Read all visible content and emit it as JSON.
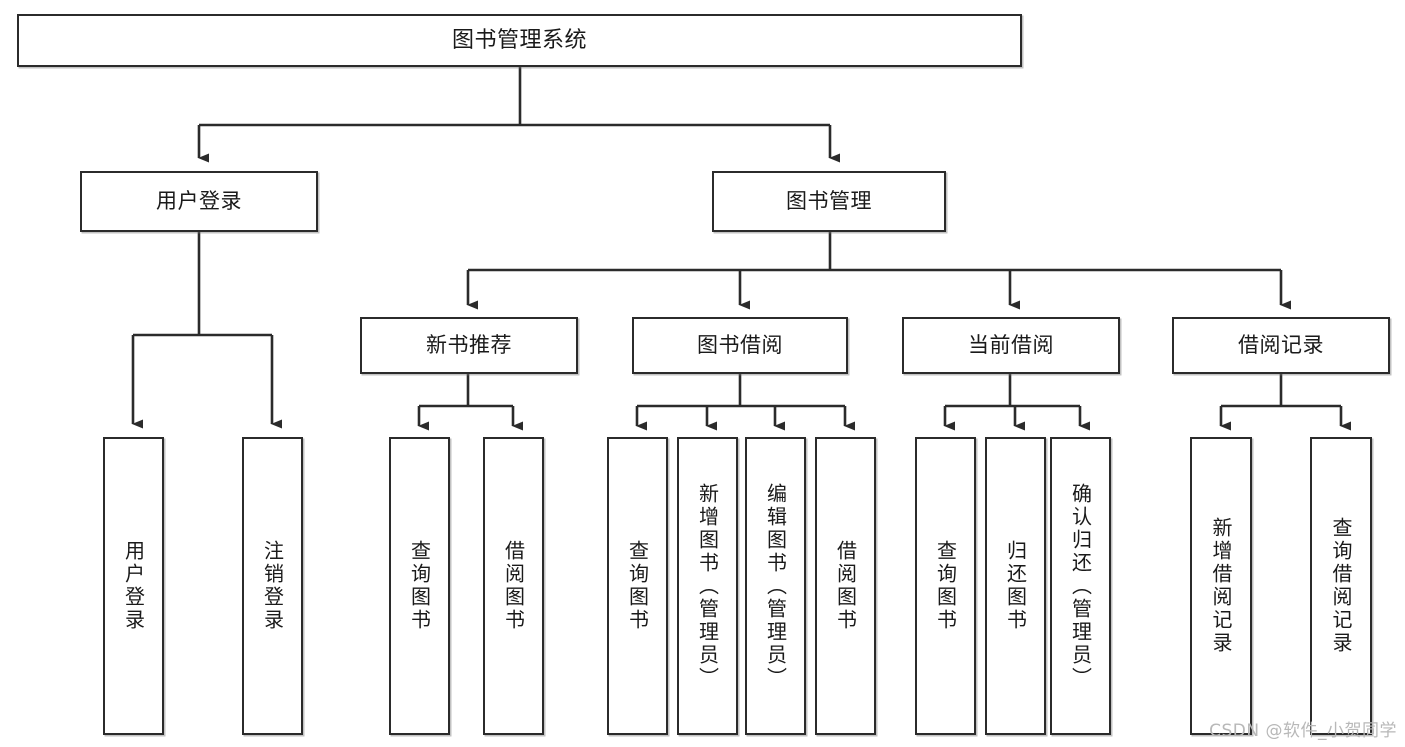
{
  "diagram": {
    "title": "图书管理系统",
    "watermark": "CSDN @软件_小贺同学",
    "colors": {
      "stroke": "#2b2b2b",
      "fill": "#ffffff",
      "text": "#1a1a1a",
      "watermark": "#b8b8b8"
    },
    "root": {
      "label": "图书管理系统"
    },
    "level2": [
      {
        "label": "用户登录"
      },
      {
        "label": "图书管理"
      }
    ],
    "level3": [
      {
        "label": "新书推荐"
      },
      {
        "label": "图书借阅"
      },
      {
        "label": "当前借阅"
      },
      {
        "label": "借阅记录"
      }
    ],
    "leaves": {
      "user_login": [
        {
          "label": "用户登录"
        },
        {
          "label": "注销登录"
        }
      ],
      "new_book_recommend": [
        {
          "label": "查询图书"
        },
        {
          "label": "借阅图书"
        }
      ],
      "book_borrow": [
        {
          "label": "查询图书"
        },
        {
          "label": "新增图书（管理员）"
        },
        {
          "label": "编辑图书（管理员）"
        },
        {
          "label": "借阅图书"
        }
      ],
      "current_borrow": [
        {
          "label": "查询图书"
        },
        {
          "label": "归还图书"
        },
        {
          "label": "确认归还（管理员）"
        }
      ],
      "borrow_record": [
        {
          "label": "新增借阅记录"
        },
        {
          "label": "查询借阅记录"
        }
      ]
    }
  }
}
